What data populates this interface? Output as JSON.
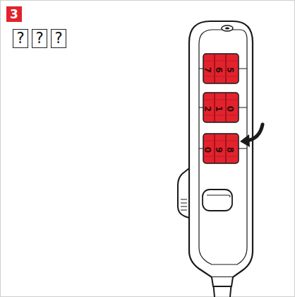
{
  "diagram": {
    "nodes": [
      {
        "text": [
          "3"
        ]
      },
      {
        "text": [
          "?"
        ]
      },
      {
        "text": [
          "?"
        ]
      },
      {
        "text": [
          "?"
        ]
      }
    ],
    "labels": [
      "7",
      "6",
      "5",
      "2",
      "1",
      "0",
      "0",
      "9",
      "8"
    ]
  }
}
